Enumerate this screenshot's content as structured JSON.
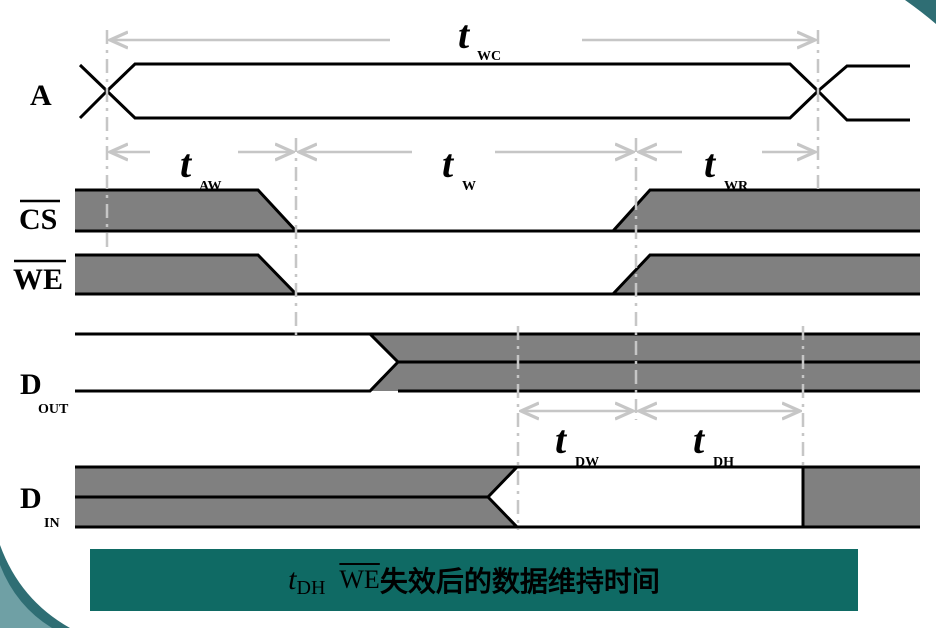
{
  "colors": {
    "shade": "#808080",
    "caption_bg": "#0f6a64",
    "decor": "#2f6e74",
    "guide": "#c6c6c6"
  },
  "signals": {
    "a": "A",
    "cs": "CS",
    "we": "WE",
    "dout_main": "D",
    "dout_sub": "OUT",
    "din_main": "D",
    "din_sub": "IN"
  },
  "timing": {
    "twc": {
      "main": "t",
      "sub": "WC"
    },
    "taw": {
      "main": "t",
      "sub": "AW"
    },
    "tw": {
      "main": "t",
      "sub": "W"
    },
    "twr": {
      "main": "t",
      "sub": "WR"
    },
    "tdw": {
      "main": "t",
      "sub": "DW"
    },
    "tdh": {
      "main": "t",
      "sub": "DH"
    }
  },
  "caption": {
    "t": "t",
    "sub": "DH",
    "we": "WE",
    "text": "失效后的数据维持时间"
  }
}
